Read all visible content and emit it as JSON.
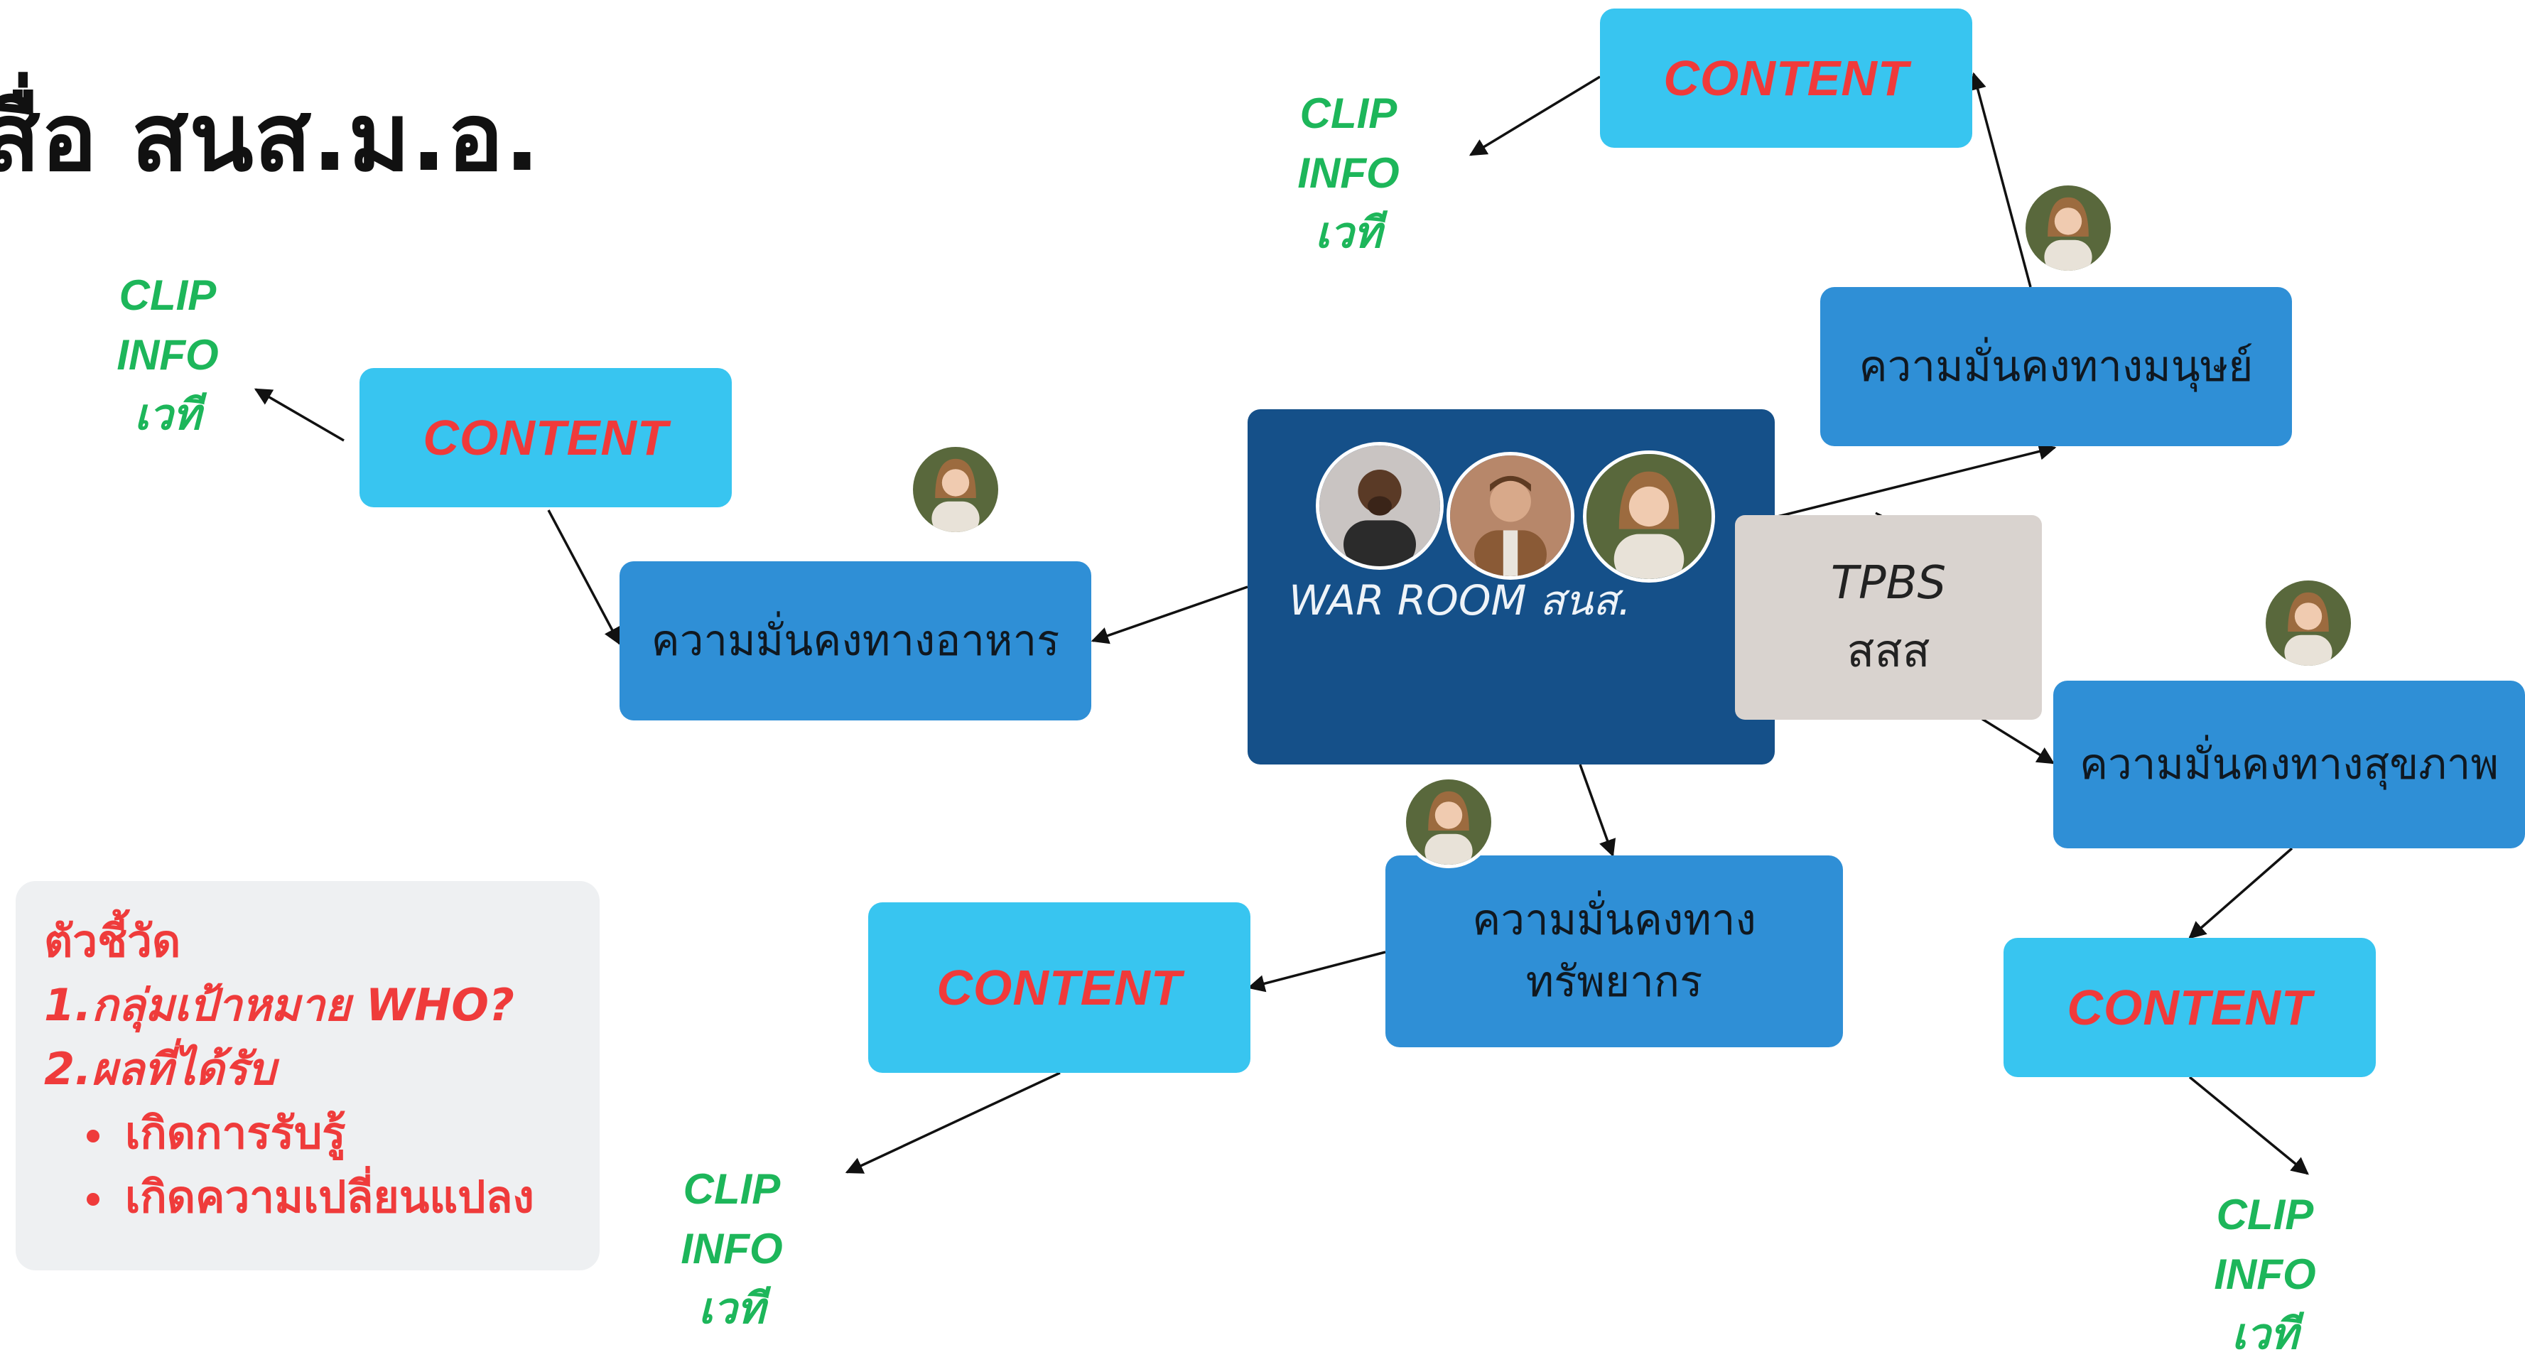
{
  "title": "สื่อ สนส.ม.อ.",
  "hub": {
    "label": "WAR ROOM สนส."
  },
  "partner": {
    "line1": "TPBS",
    "line2": "สสส"
  },
  "topics": {
    "food": "ความมั่นคงทางอาหาร",
    "human": "ความมั่นคงทางมนุษย์",
    "health": "ความมั่นคงทางสุขภาพ",
    "resource_line1": "ความมั่นคงทาง",
    "resource_line2": "ทรัพยากร"
  },
  "content_label": "CONTENT",
  "outputs": {
    "clip": "CLIP",
    "info": "INFO",
    "stage": "เวที"
  },
  "kpi": {
    "heading": "ตัวชี้วัด",
    "item1_prefix": "1.กลุ่มเป้าหมาย ",
    "item1_who": "WHO?",
    "item2": "2.ผลที่ได้รับ",
    "bullet1": "เกิดการรับรู้",
    "bullet2": "เกิดความเปลี่ยนแปลง"
  },
  "colors": {
    "content_box": "#38c5f0",
    "topic_box": "#2f8fd6",
    "hub_box": "#155089",
    "partner_box": "#d9d3cf",
    "content_text": "#f03a3a",
    "output_text": "#1db65a",
    "kpi_text": "#ef3b3b"
  },
  "icons": [
    "person-avatar-icon",
    "arrow-icon"
  ]
}
